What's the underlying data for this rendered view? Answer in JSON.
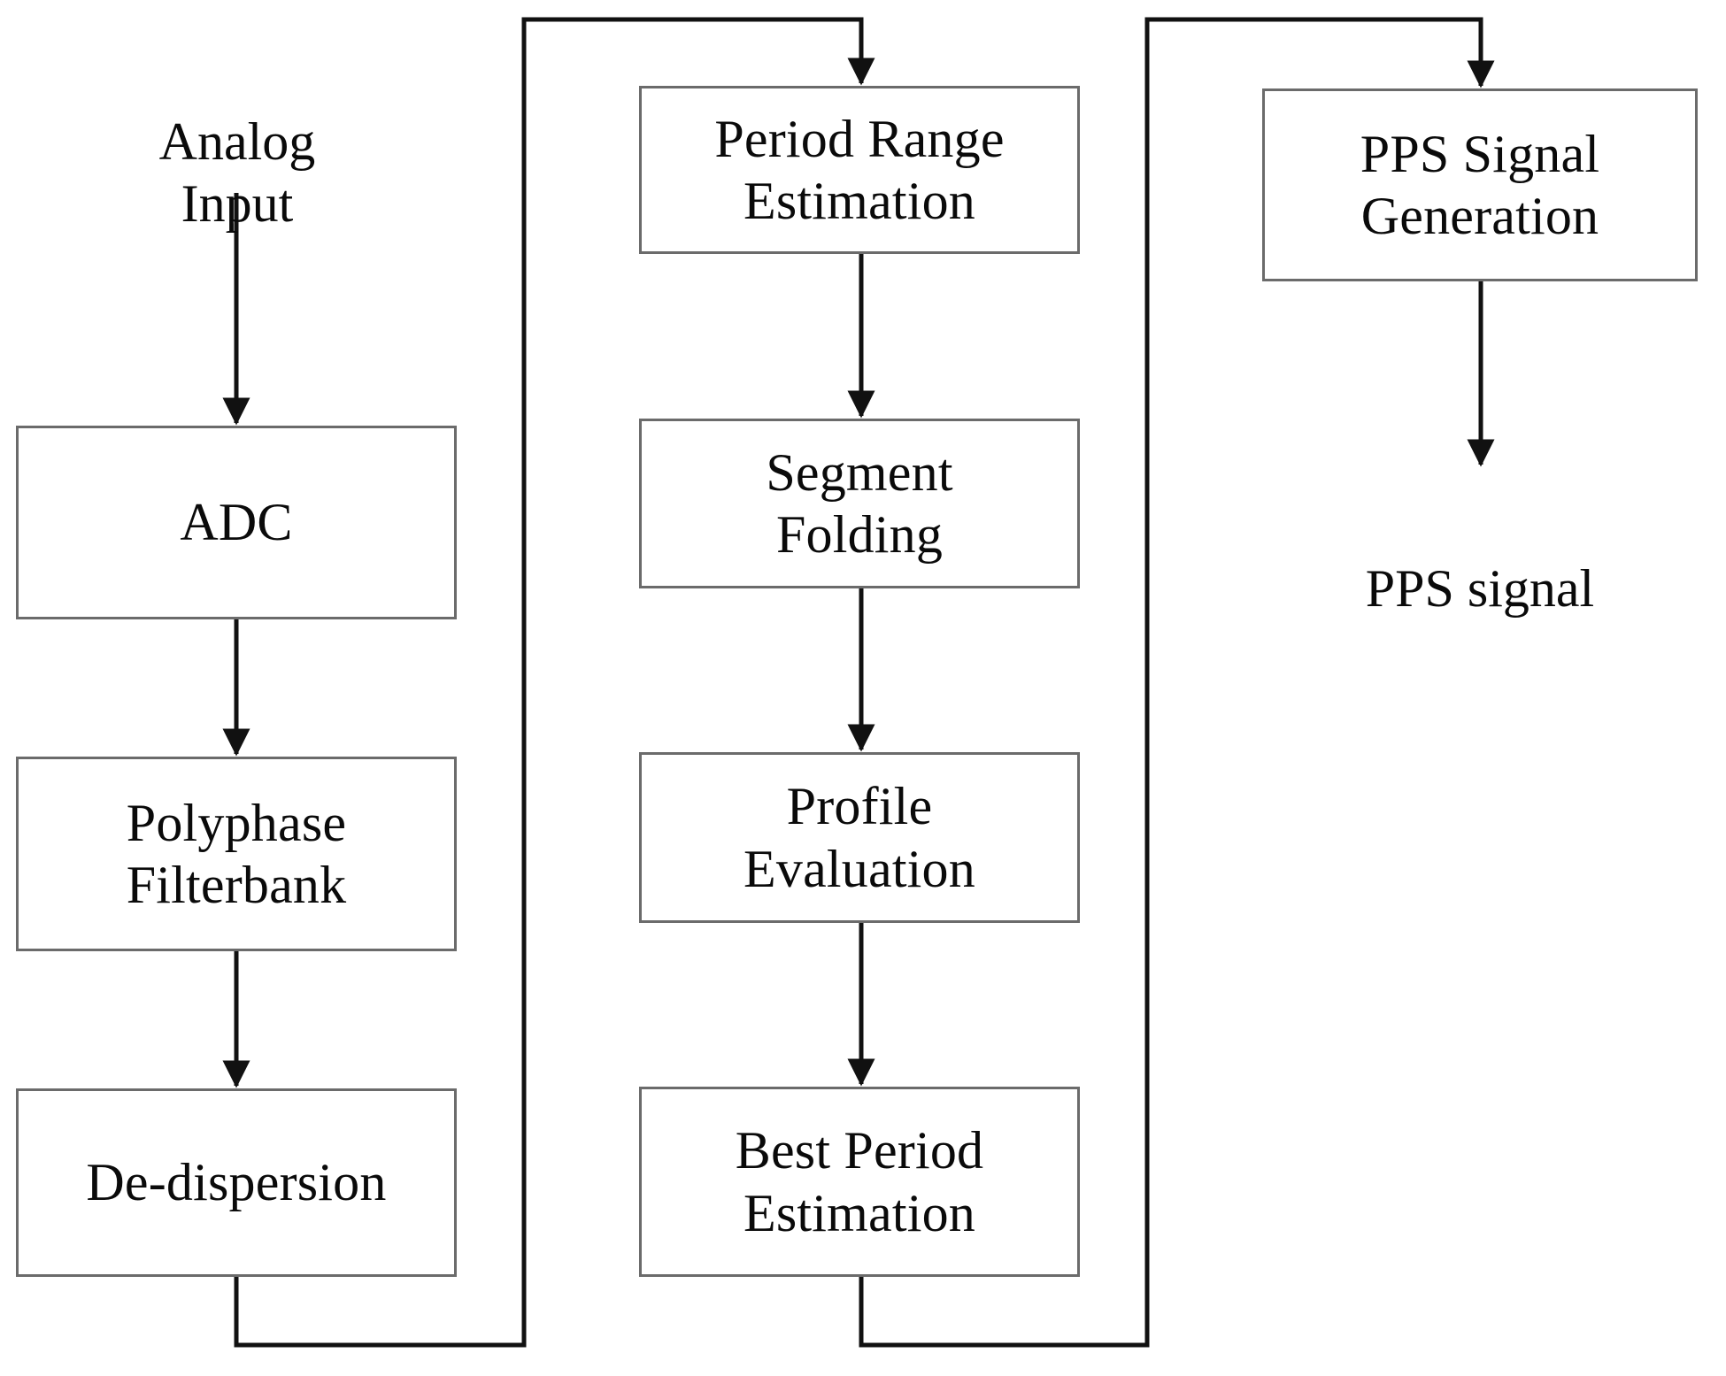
{
  "diagram": {
    "type": "block-flow-diagram",
    "title": "",
    "background_color": "#ffffff",
    "box_border_color": "#6b6b6b",
    "line_color": "#1a1a1a",
    "text_color": "#0a0a0a",
    "columns": [
      {
        "name": "acquisition-chain",
        "entry_label": "Analog\nInput",
        "nodes": [
          {
            "id": "adc",
            "label": "ADC"
          },
          {
            "id": "polyphase-filterbank",
            "label": "Polyphase\nFilterbank"
          },
          {
            "id": "de-dispersion",
            "label": "De-dispersion"
          }
        ]
      },
      {
        "name": "period-search-chain",
        "nodes": [
          {
            "id": "period-range-estimation",
            "label": "Period Range\nEstimation"
          },
          {
            "id": "segment-folding",
            "label": "Segment\nFolding"
          },
          {
            "id": "profile-evaluation",
            "label": "Profile\nEvaluation"
          },
          {
            "id": "best-period-estimation",
            "label": "Best Period\nEstimation"
          }
        ]
      },
      {
        "name": "output-chain",
        "nodes": [
          {
            "id": "pps-signal-generation",
            "label": "PPS Signal\nGeneration"
          }
        ],
        "exit_label": "PPS signal"
      }
    ],
    "connections": [
      {
        "from": "analog-input",
        "to": "adc",
        "style": "straight-arrow"
      },
      {
        "from": "adc",
        "to": "polyphase-filterbank",
        "style": "straight-arrow"
      },
      {
        "from": "polyphase-filterbank",
        "to": "de-dispersion",
        "style": "straight-arrow"
      },
      {
        "from": "de-dispersion",
        "to": "period-range-estimation",
        "style": "routed-arrow"
      },
      {
        "from": "period-range-estimation",
        "to": "segment-folding",
        "style": "straight-arrow"
      },
      {
        "from": "segment-folding",
        "to": "profile-evaluation",
        "style": "straight-arrow"
      },
      {
        "from": "profile-evaluation",
        "to": "best-period-estimation",
        "style": "straight-arrow"
      },
      {
        "from": "best-period-estimation",
        "to": "pps-signal-generation",
        "style": "routed-arrow"
      },
      {
        "from": "pps-signal-generation",
        "to": "pps-signal",
        "style": "straight-arrow"
      }
    ]
  },
  "labels": {
    "analog_input": "Analog\nInput",
    "adc": "ADC",
    "polyphase_filterbank": "Polyphase\nFilterbank",
    "de_dispersion": "De-dispersion",
    "period_range_estimation": "Period Range\nEstimation",
    "segment_folding": "Segment\nFolding",
    "profile_evaluation": "Profile\nEvaluation",
    "best_period_estimation": "Best Period\nEstimation",
    "pps_signal_generation": "PPS Signal\nGeneration",
    "pps_signal": "PPS signal"
  }
}
